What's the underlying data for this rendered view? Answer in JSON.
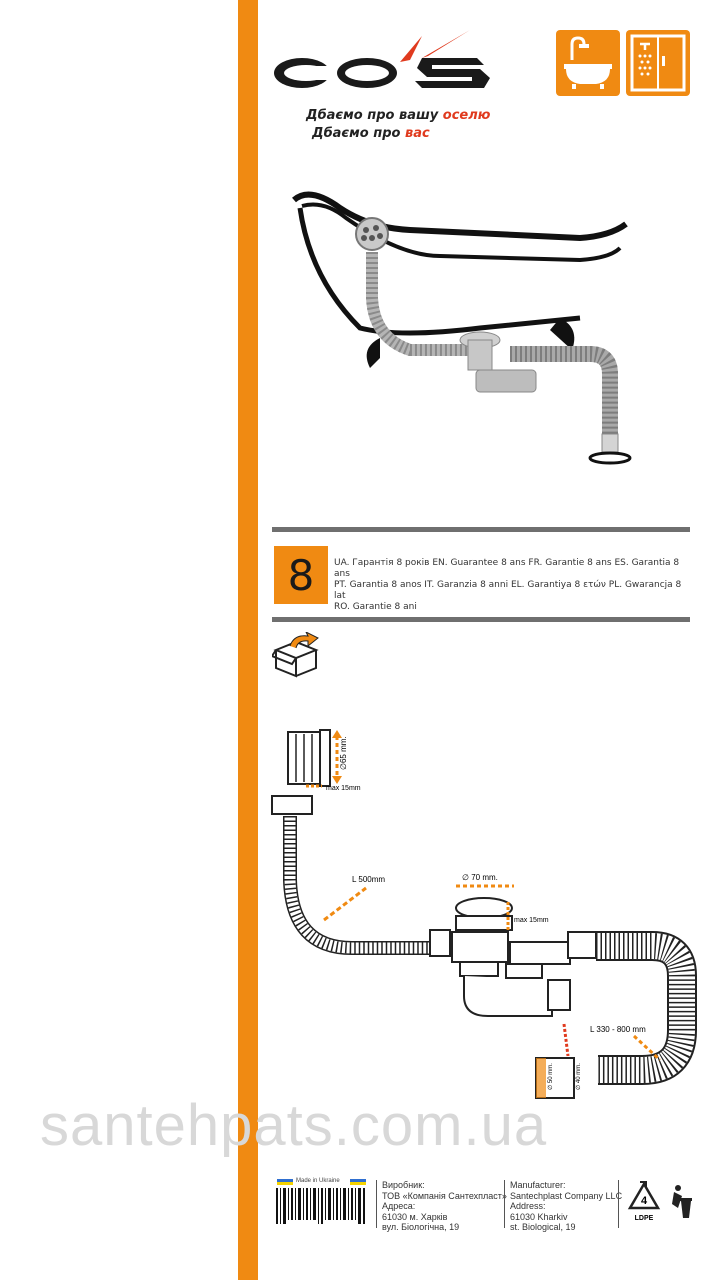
{
  "brand": {
    "logo_text": "CO'S",
    "tagline_line1_prefix": "Дбаємо про вашу ",
    "tagline_line1_accent": "оселю",
    "tagline_line2_prefix": "Дбаємо про ",
    "tagline_line2_accent": "вас",
    "colors": {
      "orange": "#f08a12",
      "red": "#e03a1e",
      "dark": "#1a1a1a",
      "rule": "#6f6f6f"
    }
  },
  "category_icons": [
    "bathtub-icon",
    "shower-cabin-icon"
  ],
  "guarantee": {
    "years": "8",
    "line1": "UA. Гарантія 8 років  EN. Guarantee 8 ans FR. Garantie 8 ans  ES. Garantia 8 ans",
    "line2": "PT. Garantia 8 anos  IT. Garanzia 8 anni  EL. Garantiya 8 ετών  PL. Gwarancja 8 lat",
    "line3": "RO. Garantie 8 ani"
  },
  "dimensions": {
    "d65": "∅65 mm.",
    "max15_top": "max 15mm",
    "l500": "L 500mm",
    "d70": "∅ 70 mm.",
    "max15_mid": "max 15mm",
    "l330_800": "L 330 - 800 mm",
    "d50": "∅ 50 mm.",
    "d40": "∅ 40 mm."
  },
  "watermark": "santehpats.com.ua",
  "footer": {
    "made_in": "Made in Ukraine",
    "ua_col": [
      "Виробник:",
      "ТОВ «Компанія Сантехпласт»",
      "Адреса:",
      "61030 м. Харків",
      "вул. Біологічна, 19"
    ],
    "en_col": [
      "Manufacturer:",
      "Santechplast Company LLC",
      "Address:",
      "61030 Kharkiv",
      "st. Biological, 19"
    ],
    "recycle_number": "4",
    "recycle_label": "LDPE"
  }
}
